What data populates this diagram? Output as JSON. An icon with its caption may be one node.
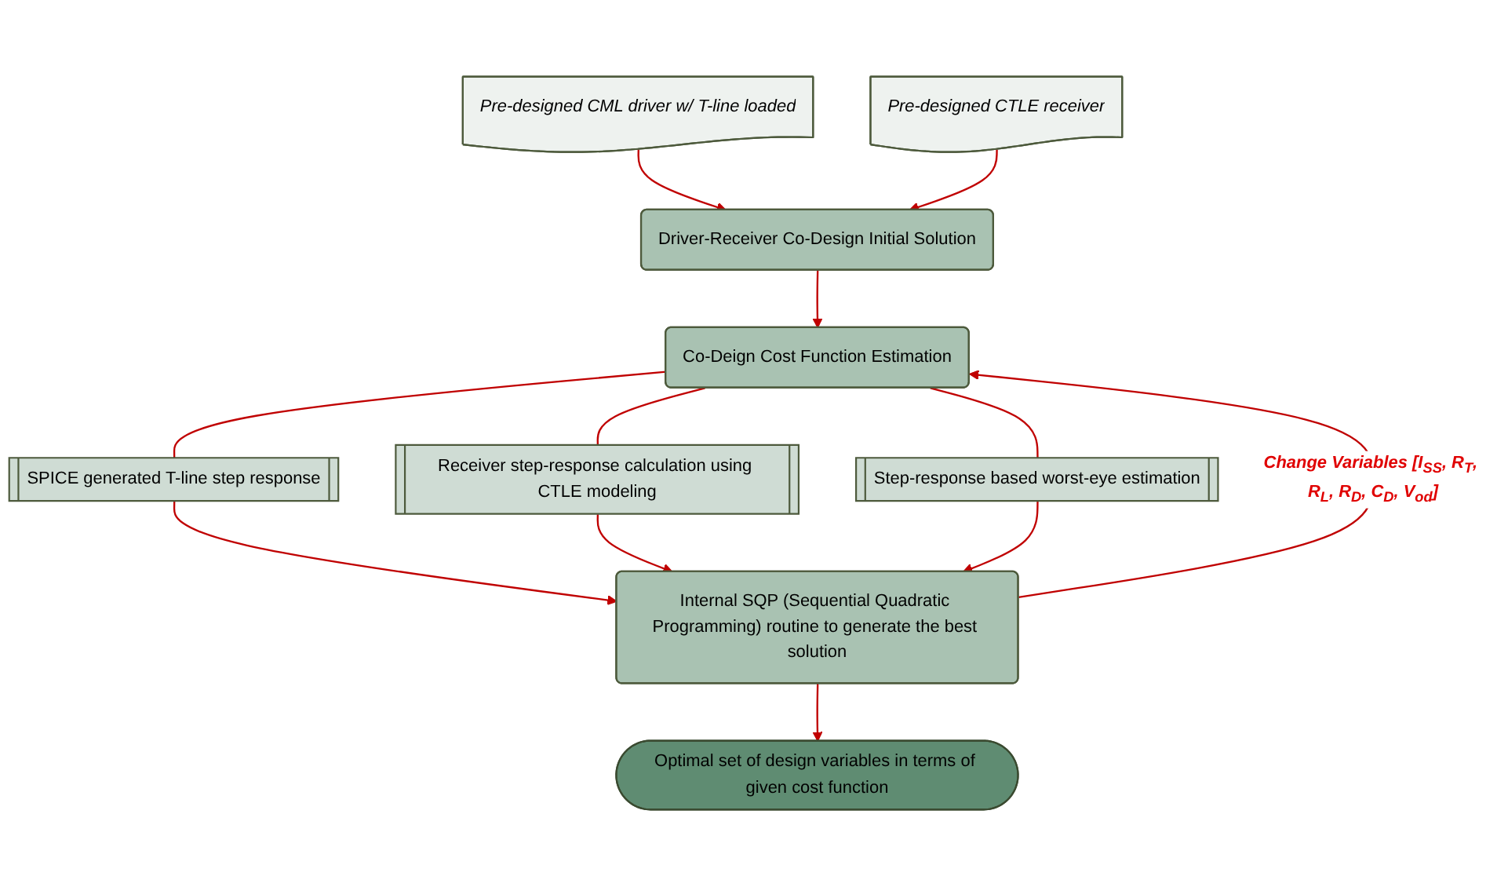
{
  "diagram": {
    "nodes": [
      {
        "text": [
          "Pre-designed CML driver w/ T-line loaded"
        ]
      },
      {
        "text": [
          "Pre-designed CTLE receiver"
        ]
      },
      {
        "text": [
          "Driver-Receiver Co-Design Initial Solution"
        ]
      },
      {
        "text": [
          "Co-Deign Cost Function Estimation"
        ]
      },
      {
        "text": [
          "SPICE generated T-line step response"
        ]
      },
      {
        "text": [
          "Receiver step-response calculation using CTLE modeling"
        ]
      },
      {
        "text": [
          "Step-response based worst-eye estimation"
        ]
      },
      {
        "text": [
          "Internal SQP (Sequential Quadratic Programming) routine to generate the best solution"
        ]
      },
      {
        "text": [
          "Optimal set of design variables in terms of given cost function"
        ]
      }
    ],
    "edges": [
      {
        "from": 0,
        "to": 2,
        "arrow": "to"
      },
      {
        "from": 1,
        "to": 2,
        "arrow": "to"
      },
      {
        "from": 2,
        "to": 3,
        "arrow": "to"
      },
      {
        "from": 3,
        "to": 4,
        "arrow": "none"
      },
      {
        "from": 3,
        "to": 5,
        "arrow": "none"
      },
      {
        "from": 3,
        "to": 6,
        "arrow": "none"
      },
      {
        "from": 4,
        "to": 7,
        "arrow": "to"
      },
      {
        "from": 5,
        "to": 7,
        "arrow": "to"
      },
      {
        "from": 6,
        "to": 7,
        "arrow": "to"
      },
      {
        "from": 7,
        "to": 3,
        "arrow": "to",
        "label": "Change Variables [I$_{SS}$, R$_{T}$, R$_{L}$, R$_{D}$, C$_{D}$, V$_{od}$]"
      },
      {
        "from": 7,
        "to": 8,
        "arrow": "to"
      }
    ]
  }
}
